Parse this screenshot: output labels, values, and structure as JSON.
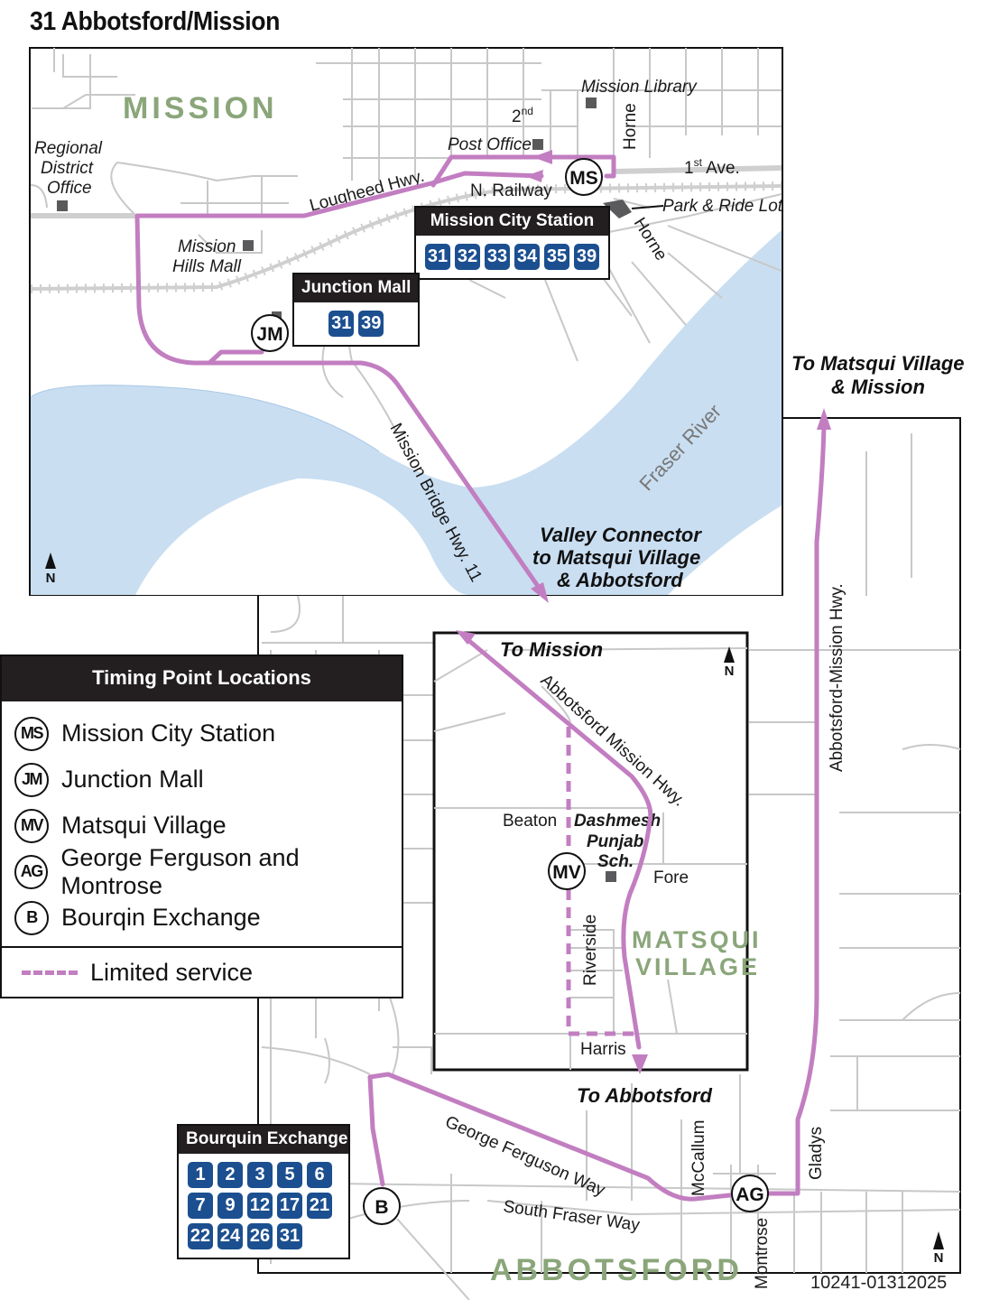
{
  "title": "31 Abbotsford/Mission",
  "colors": {
    "route": "#c27ec1",
    "water": "#c9def1",
    "city_label": "#8aa67a",
    "route_badge": "#1c4f8f",
    "box_header": "#231f20",
    "street": "#c8c8c8"
  },
  "map": {
    "city_labels": {
      "mission": "MISSION",
      "matsqui_line1": "MATSQUI",
      "matsqui_line2": "VILLAGE",
      "abbotsford": "ABBOTSFORD"
    },
    "water_label": "Fraser River",
    "streets": {
      "lougheed": "Lougheed  Hwy.",
      "n_railway": "N. Railway",
      "first_ave_num": "1",
      "first_ave_sup": "st",
      "first_ave_rest": " Ave.",
      "second_num": "2",
      "second_sup": "nd",
      "horne_north": "Horne",
      "horne_south": "Horne",
      "mission_bridge": "Mission Bridge  Hwy. 11",
      "abbotsford_mission_hwy_inset": "Abbotsford Mission Hwy.",
      "abbotsford_mission_hwy": "Abbotsford-Mission Hwy.",
      "beaton": "Beaton",
      "fore": "Fore",
      "riverside": "Riverside",
      "harris": "Harris",
      "george_ferguson": "George Ferguson Way",
      "south_fraser": "South Fraser Way",
      "mccallum": "McCallum",
      "montrose": "Montrose",
      "gladys": "Gladys"
    },
    "places": {
      "mission_library": "Mission Library",
      "post_office": "Post Office",
      "park_ride": "Park & Ride Lot",
      "regional_1": "Regional",
      "regional_2": "District",
      "regional_3": "Office",
      "hills_mall_1": "Mission",
      "hills_mall_2": "Hills Mall",
      "dashmesh_1": "Dashmesh",
      "dashmesh_2": "Punjabi",
      "dashmesh_3": "Sch."
    },
    "directions": {
      "valley_1": "Valley Connector",
      "valley_2": "to Matsqui Village",
      "valley_3": "& Abbotsford",
      "to_mission": "To Mission",
      "to_abbotsford": "To Abbotsford",
      "to_matsqui_1": "To Matsqui Village",
      "to_matsqui_2": "& Mission"
    },
    "timing_badges": {
      "ms": "MS",
      "jm": "JM",
      "mv": "MV",
      "ag": "AG",
      "b": "B"
    },
    "north_label": "N",
    "map_code": "10241-01312025"
  },
  "stations": {
    "mission_city": {
      "name": "Mission City Station",
      "routes": [
        "31",
        "32",
        "33",
        "34",
        "35",
        "39"
      ]
    },
    "junction_mall": {
      "name": "Junction Mall",
      "routes": [
        "31",
        "39"
      ]
    },
    "bourquin": {
      "name": "Bourquin Exchange",
      "routes": [
        "1",
        "2",
        "3",
        "5",
        "6",
        "7",
        "9",
        "12",
        "17",
        "21",
        "22",
        "24",
        "26",
        "31"
      ]
    }
  },
  "legend": {
    "title": "Timing Point Locations",
    "items": [
      {
        "code": "MS",
        "label": "Mission City Station"
      },
      {
        "code": "JM",
        "label": "Junction Mall"
      },
      {
        "code": "MV",
        "label": "Matsqui Village"
      },
      {
        "code": "AG",
        "label": "George Ferguson and Montrose"
      },
      {
        "code": "B",
        "label": "Bourqin Exchange"
      }
    ],
    "limited_service": "Limited service"
  }
}
